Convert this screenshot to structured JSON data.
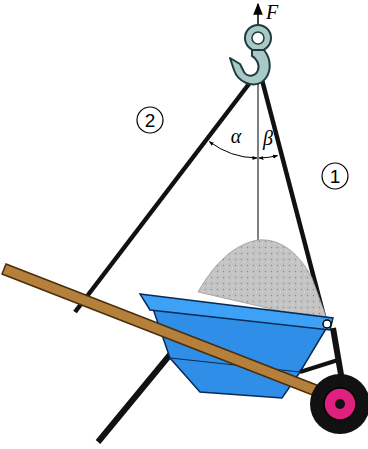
{
  "diagram": {
    "labels": [
      "F",
      "2",
      "α",
      "β",
      "1"
    ]
  }
}
